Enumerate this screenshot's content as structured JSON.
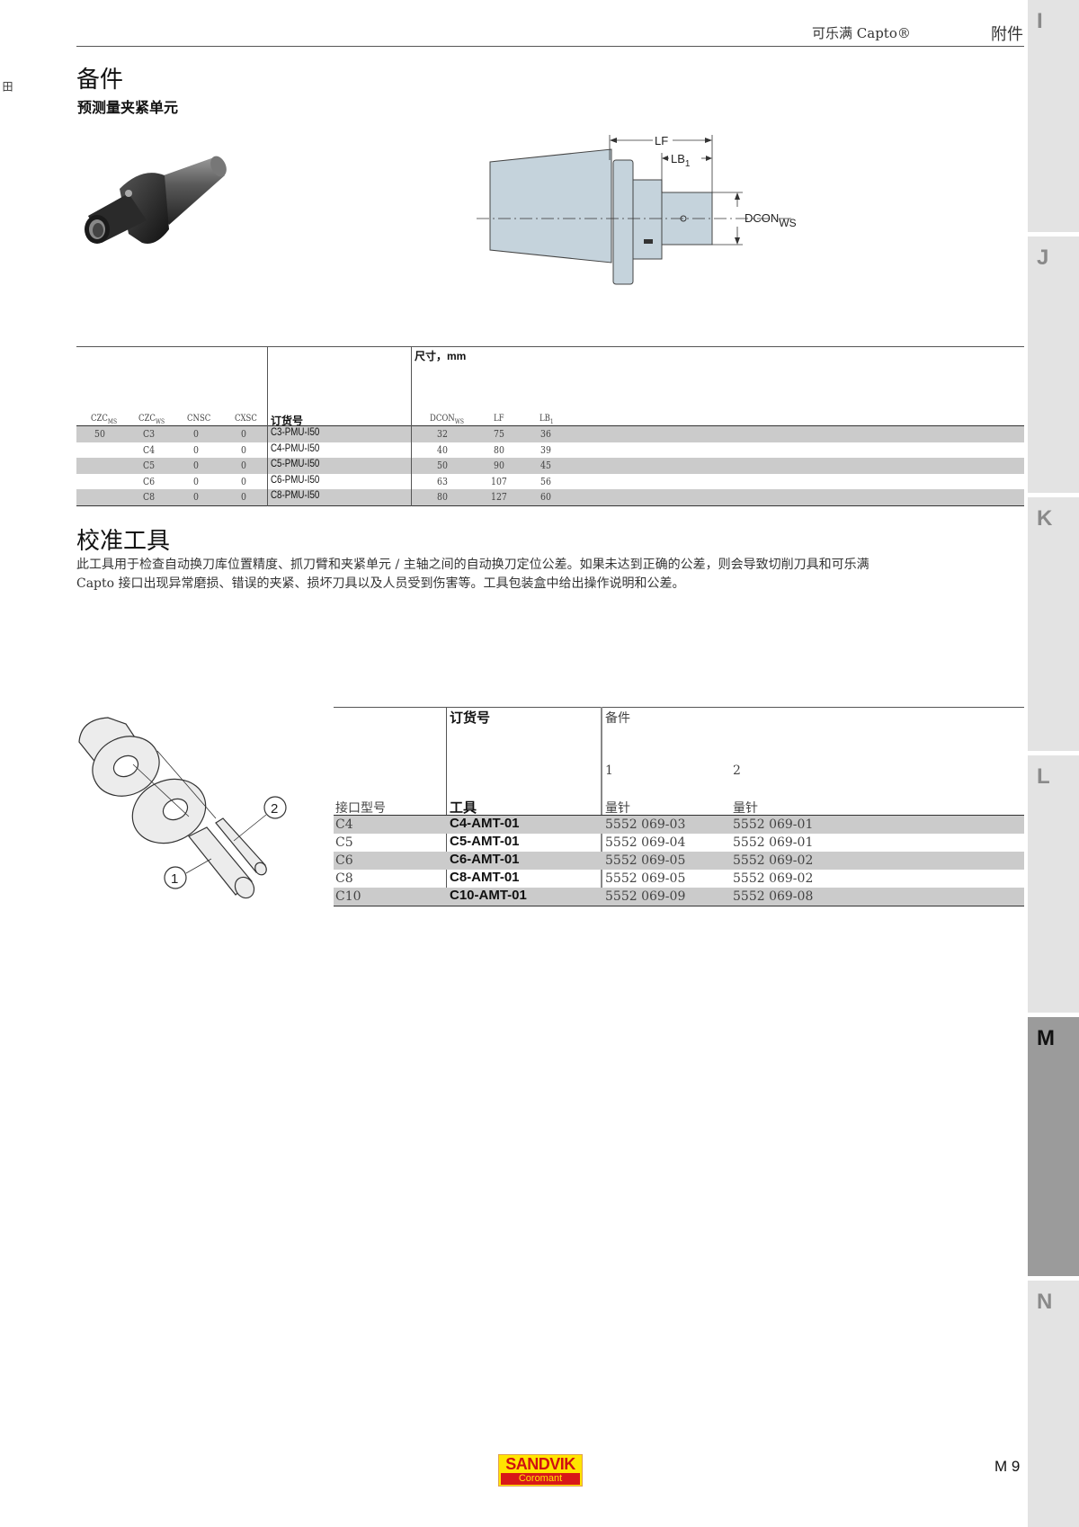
{
  "header": {
    "brand": "可乐满 Capto®",
    "section": "附件",
    "side_mark": "田"
  },
  "side_tabs": [
    {
      "label": "I",
      "active": false
    },
    {
      "label": "J",
      "active": false
    },
    {
      "label": "K",
      "active": false
    },
    {
      "label": "L",
      "active": false
    },
    {
      "label": "M",
      "active": true
    },
    {
      "label": "N",
      "active": false
    }
  ],
  "section1": {
    "title": "备件",
    "subtitle": "预测量夹紧单元",
    "diagram": {
      "labels": {
        "lf": "LF",
        "lb1": "LB",
        "lb1_sub": "1",
        "dcon": "DCON",
        "dcon_sub": "WS"
      }
    },
    "table": {
      "dimensions_label": "尺寸，mm",
      "headers": {
        "czcms": "CZC",
        "czcms_sub": "MS",
        "czcws": "CZC",
        "czcws_sub": "WS",
        "cnsc": "CNSC",
        "cxsc": "CXSC",
        "order_no": "订货号",
        "dconws": "DCON",
        "dconws_sub": "WS",
        "lf": "LF",
        "lb1": "LB",
        "lb1_sub": "1"
      },
      "rows": [
        {
          "czcms": "50",
          "czcws": "C3",
          "cnsc": "0",
          "cxsc": "0",
          "order_no": "C3-PMU-I50",
          "dconws": "32",
          "lf": "75",
          "lb1": "36"
        },
        {
          "czcms": "",
          "czcws": "C4",
          "cnsc": "0",
          "cxsc": "0",
          "order_no": "C4-PMU-I50",
          "dconws": "40",
          "lf": "80",
          "lb1": "39"
        },
        {
          "czcms": "",
          "czcws": "C5",
          "cnsc": "0",
          "cxsc": "0",
          "order_no": "C5-PMU-I50",
          "dconws": "50",
          "lf": "90",
          "lb1": "45"
        },
        {
          "czcms": "",
          "czcws": "C6",
          "cnsc": "0",
          "cxsc": "0",
          "order_no": "C6-PMU-I50",
          "dconws": "63",
          "lf": "107",
          "lb1": "56"
        },
        {
          "czcms": "",
          "czcws": "C8",
          "cnsc": "0",
          "cxsc": "0",
          "order_no": "C8-PMU-I50",
          "dconws": "80",
          "lf": "127",
          "lb1": "60"
        }
      ]
    }
  },
  "section2": {
    "title": "校准工具",
    "description_line1": "此工具用于检查自动换刀库位置精度、抓刀臂和夹紧单元 / 主轴之间的自动换刀定位公差。如果未达到正确的公差，则会导致切削刀具和可乐满",
    "description_line2": "Capto 接口出现异常磨损、错误的夹紧、损坏刀具以及人员受到伤害等。工具包装盒中给出操作说明和公差。",
    "callouts": [
      "1",
      "2"
    ],
    "table": {
      "headers": {
        "order_no": "订货号",
        "spare_parts": "备件",
        "part1_num": "1",
        "part2_num": "2",
        "coupling": "接口型号",
        "tool": "工具",
        "part1": "量针",
        "part2": "量针"
      },
      "rows": [
        {
          "coupling": "C4",
          "tool": "C4-AMT-01",
          "part1": "5552 069-03",
          "part2": "5552 069-01"
        },
        {
          "coupling": "C5",
          "tool": "C5-AMT-01",
          "part1": "5552 069-04",
          "part2": "5552 069-01"
        },
        {
          "coupling": "C6",
          "tool": "C6-AMT-01",
          "part1": "5552 069-05",
          "part2": "5552 069-02"
        },
        {
          "coupling": "C8",
          "tool": "C8-AMT-01",
          "part1": "5552 069-05",
          "part2": "5552 069-02"
        },
        {
          "coupling": "C10",
          "tool": "C10-AMT-01",
          "part1": "5552 069-09",
          "part2": "5552 069-08"
        }
      ]
    }
  },
  "footer": {
    "logo_top": "SANDVIK",
    "logo_bottom": "Coromant",
    "page_number": "M 9"
  },
  "colors": {
    "row_shade": "#cbcbcb",
    "tab_bg": "#e3e3e3",
    "tab_active_bg": "#9b9b9b",
    "diagram_fill": "#c5d3dc",
    "logo_yellow": "#ffe500",
    "logo_red": "#d81818"
  }
}
